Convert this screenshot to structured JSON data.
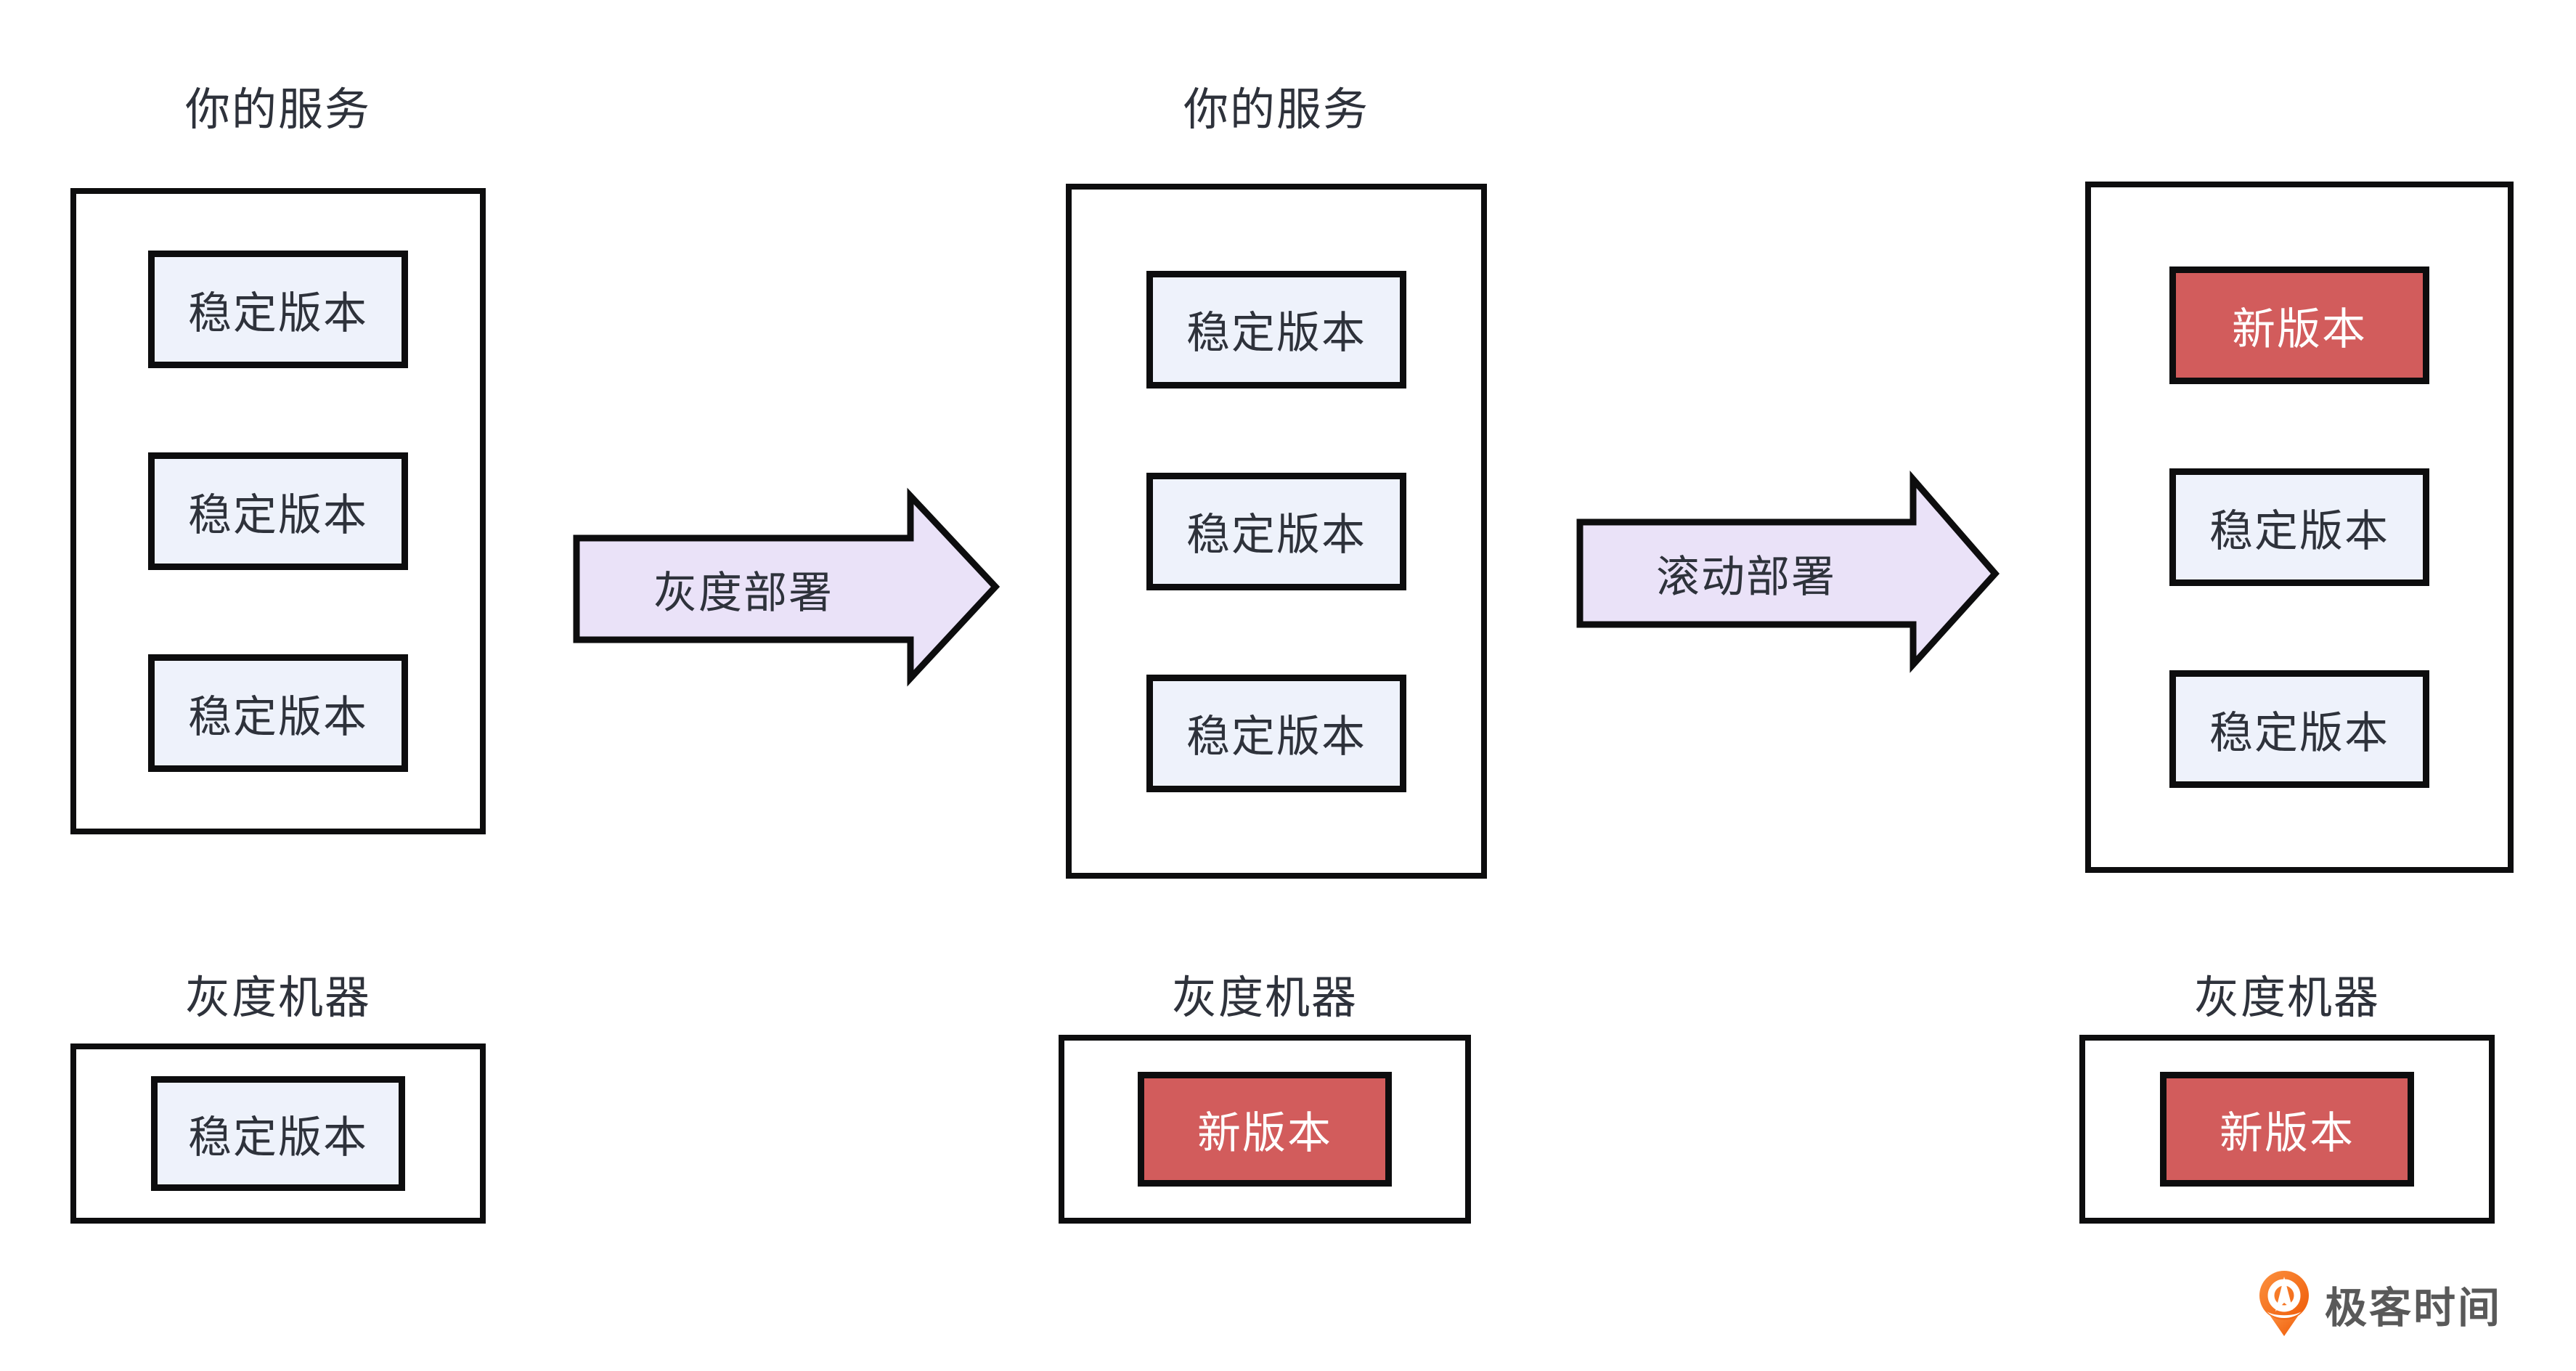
{
  "diagram": {
    "description": "gray-release deployment flow diagram",
    "colors": {
      "background": "#FFFFFF",
      "border": "#0D0D0E",
      "stable_fill": "#EEF2FB",
      "new_fill": "#D25C5C",
      "arrow_fill": "#EAE2F8",
      "text_dark": "#2E323B",
      "text_light": "#FFFFFF",
      "logo_orange": "#F56A07",
      "logo_text_gray": "#595959"
    },
    "columns": [
      {
        "title": "你的服务",
        "service_nodes": [
          {
            "label": "稳定版本",
            "type": "stable"
          },
          {
            "label": "稳定版本",
            "type": "stable"
          },
          {
            "label": "稳定版本",
            "type": "stable"
          }
        ],
        "gray_title": "灰度机器",
        "gray_nodes": [
          {
            "label": "稳定版本",
            "type": "stable"
          }
        ]
      },
      {
        "title": "你的服务",
        "service_nodes": [
          {
            "label": "稳定版本",
            "type": "stable"
          },
          {
            "label": "稳定版本",
            "type": "stable"
          },
          {
            "label": "稳定版本",
            "type": "stable"
          }
        ],
        "gray_title": "灰度机器",
        "gray_nodes": [
          {
            "label": "新版本",
            "type": "new"
          }
        ]
      },
      {
        "service_nodes": [
          {
            "label": "新版本",
            "type": "new"
          },
          {
            "label": "稳定版本",
            "type": "stable"
          },
          {
            "label": "稳定版本",
            "type": "stable"
          }
        ],
        "gray_title": "灰度机器",
        "gray_nodes": [
          {
            "label": "新版本",
            "type": "new"
          }
        ]
      }
    ],
    "arrows": [
      {
        "label": "灰度部署"
      },
      {
        "label": "滚动部署"
      }
    ],
    "logo": {
      "text": "极客时间",
      "icon": "geektime-pin-icon"
    }
  }
}
